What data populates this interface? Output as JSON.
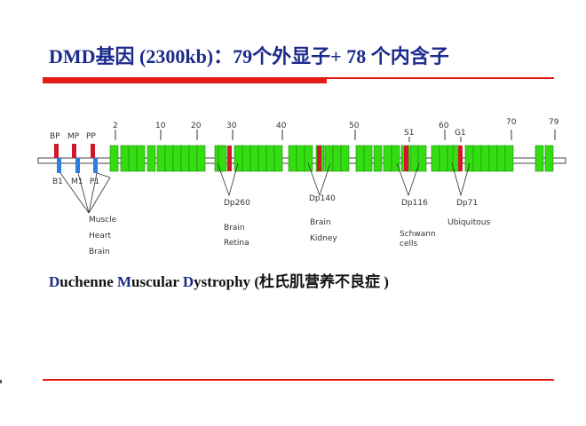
{
  "title": "DMD基因 (2300kb)：79个外显子+ 78 个内含子",
  "subtitle": {
    "d1": "D",
    "r1": "uchenne ",
    "d2": "M",
    "r2": "uscular ",
    "d3": "D",
    "r3": "ystrophy",
    "rest": " (杜氏肌营养不良症 )"
  },
  "colors": {
    "title": "#1c2a8c",
    "accent_red": "#e41b17",
    "exon": "#33dd11",
    "promoter_top": "#d0182a",
    "promoter_bottom": "#2b7fe0",
    "backbone": "#444444"
  },
  "exon_numbers": [
    "2",
    "10",
    "20",
    "30",
    "40",
    "50",
    "60",
    "70",
    "79"
  ],
  "promoters_top": [
    "BP",
    "MP",
    "PP",
    "S1",
    "G1"
  ],
  "promoters_bottom": [
    "B1",
    "M1",
    "P1"
  ],
  "isoforms": [
    {
      "name": "Dp260",
      "tissues": [
        "Brain",
        "Retina"
      ]
    },
    {
      "name": "Dp140",
      "tissues": [
        "Brain",
        "Kidney"
      ]
    },
    {
      "name": "Dp116",
      "tissues": [
        "Schwann",
        "cells"
      ]
    },
    {
      "name": "Dp71",
      "tissues": [
        "Ubiquitous"
      ]
    }
  ],
  "full_length_tissues": [
    "Muscle",
    "Heart",
    "Brain"
  ]
}
